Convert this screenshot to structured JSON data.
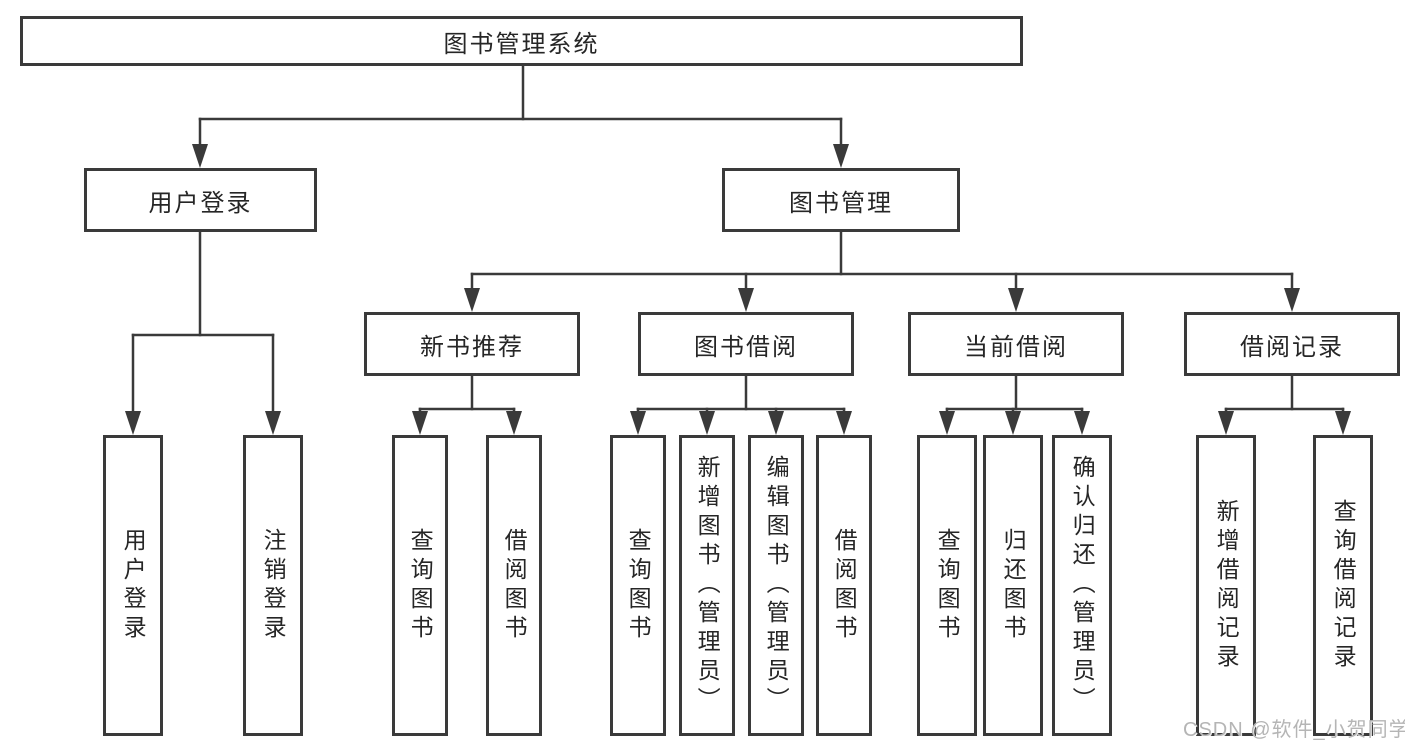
{
  "diagram": {
    "title": "图书管理系统",
    "root": {
      "label": "图书管理系统"
    },
    "branches": [
      {
        "label": "用户登录",
        "children": [
          "用户登录",
          "注销登录"
        ]
      },
      {
        "label": "图书管理",
        "children": [
          {
            "label": "新书推荐",
            "children": [
              "查询图书",
              "借阅图书"
            ]
          },
          {
            "label": "图书借阅",
            "children": [
              "查询图书",
              "新增图书（管理员）",
              "编辑图书（管理员）",
              "借阅图书"
            ]
          },
          {
            "label": "当前借阅",
            "children": [
              "查询图书",
              "归还图书",
              "确认归还（管理员）"
            ]
          },
          {
            "label": "借阅记录",
            "children": [
              "新增借阅记录",
              "查询借阅记录"
            ]
          }
        ]
      }
    ]
  },
  "watermark": {
    "text": "CSDN @软件_小贺同学"
  },
  "colors": {
    "background": "#ffffff",
    "line": "#3a3a3a",
    "box_border": "#3a3a3a",
    "box_fill": "#ffffff",
    "text": "#262626",
    "watermark": "#b5b5b5"
  }
}
